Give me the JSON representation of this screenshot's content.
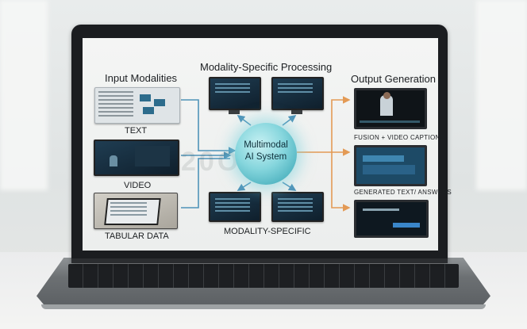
{
  "diagram": {
    "heading_processing": "Modality-Specific Processing",
    "heading_input": "Input Modalities",
    "heading_output": "Output Generation",
    "hub_line1": "Multimodal",
    "hub_line2": "AI System",
    "label_text": "TEXT",
    "label_video": "VIDEO",
    "label_tabular": "TABULAR DATA",
    "label_modality_specific": "MODALITY-SPECIFIC",
    "label_fusion": "FUSION + VIDEO CAPTIONS",
    "label_generated": "GENERATED TEXT/ ANSWERS",
    "watermark": "20OOR"
  },
  "colors": {
    "arrow_input": "#4f93b8",
    "arrow_output": "#e39a55",
    "hub": "#86d6dd"
  }
}
